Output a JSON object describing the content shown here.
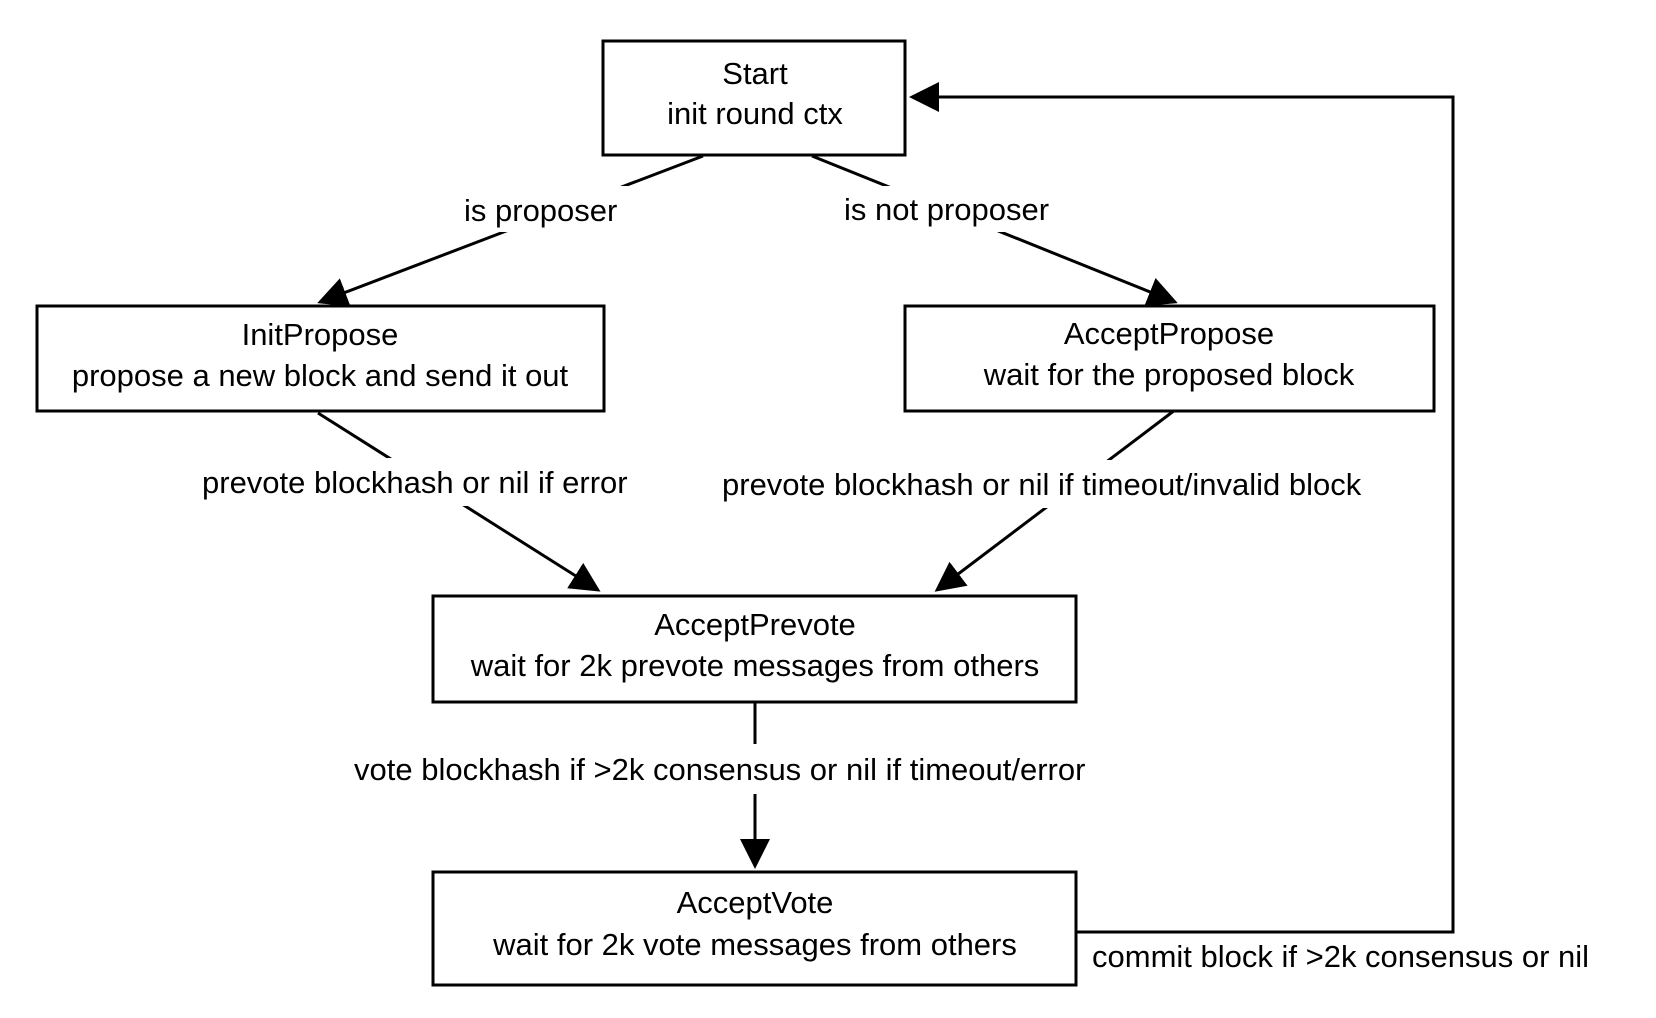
{
  "nodes": {
    "start": {
      "title": "Start",
      "subtitle": "init round ctx"
    },
    "init_propose": {
      "title": "InitPropose",
      "subtitle": "propose a new block and send it out"
    },
    "accept_propose": {
      "title": "AcceptPropose",
      "subtitle": "wait for the proposed block"
    },
    "accept_prevote": {
      "title": "AcceptPrevote",
      "subtitle": "wait for 2k prevote messages from others"
    },
    "accept_vote": {
      "title": "AcceptVote",
      "subtitle": "wait for 2k vote messages from others"
    }
  },
  "edges": {
    "is_proposer": "is proposer",
    "is_not_proposer": "is not proposer",
    "prevote_error": "prevote blockhash or nil if error",
    "prevote_timeout": "prevote blockhash or nil if timeout/invalid block",
    "vote": "vote blockhash if >2k consensus or nil if timeout/error",
    "commit": "commit block if >2k consensus or nil"
  },
  "colors": {
    "stroke": "#000000",
    "background": "#ffffff"
  }
}
